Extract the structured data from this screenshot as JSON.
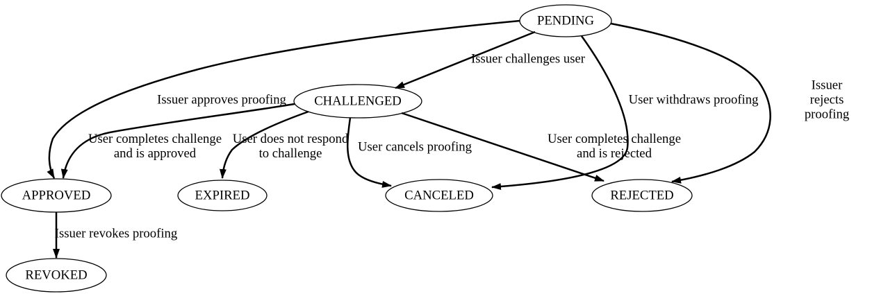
{
  "diagram_type": "state-machine",
  "colors": {
    "background": "#ffffff",
    "line": "#000000",
    "node_fill": "#ffffff",
    "text": "#000000"
  },
  "nodes": {
    "pending": {
      "label": "PENDING"
    },
    "challenged": {
      "label": "CHALLENGED"
    },
    "approved": {
      "label": "APPROVED"
    },
    "expired": {
      "label": "EXPIRED"
    },
    "canceled": {
      "label": "CANCELED"
    },
    "rejected": {
      "label": "REJECTED"
    },
    "revoked": {
      "label": "REVOKED"
    }
  },
  "edges": {
    "pending_challenged": {
      "from": "PENDING",
      "to": "CHALLENGED",
      "label": "Issuer challenges user"
    },
    "pending_approved": {
      "from": "PENDING",
      "to": "APPROVED",
      "label": "Issuer approves proofing"
    },
    "pending_canceled": {
      "from": "PENDING",
      "to": "CANCELED",
      "label": "User withdraws proofing"
    },
    "pending_rejected": {
      "from": "PENDING",
      "to": "REJECTED",
      "label": "Issuer rejects proofing"
    },
    "challenged_approved": {
      "from": "CHALLENGED",
      "to": "APPROVED",
      "label": "User completes challenge\nand is approved"
    },
    "challenged_expired": {
      "from": "CHALLENGED",
      "to": "EXPIRED",
      "label": "User does not respond\nto challenge"
    },
    "challenged_canceled": {
      "from": "CHALLENGED",
      "to": "CANCELED",
      "label": "User cancels proofing"
    },
    "challenged_rejected": {
      "from": "CHALLENGED",
      "to": "REJECTED",
      "label": "User completes challenge\nand is rejected"
    },
    "approved_revoked": {
      "from": "APPROVED",
      "to": "REVOKED",
      "label": "Issuer revokes proofing"
    }
  }
}
